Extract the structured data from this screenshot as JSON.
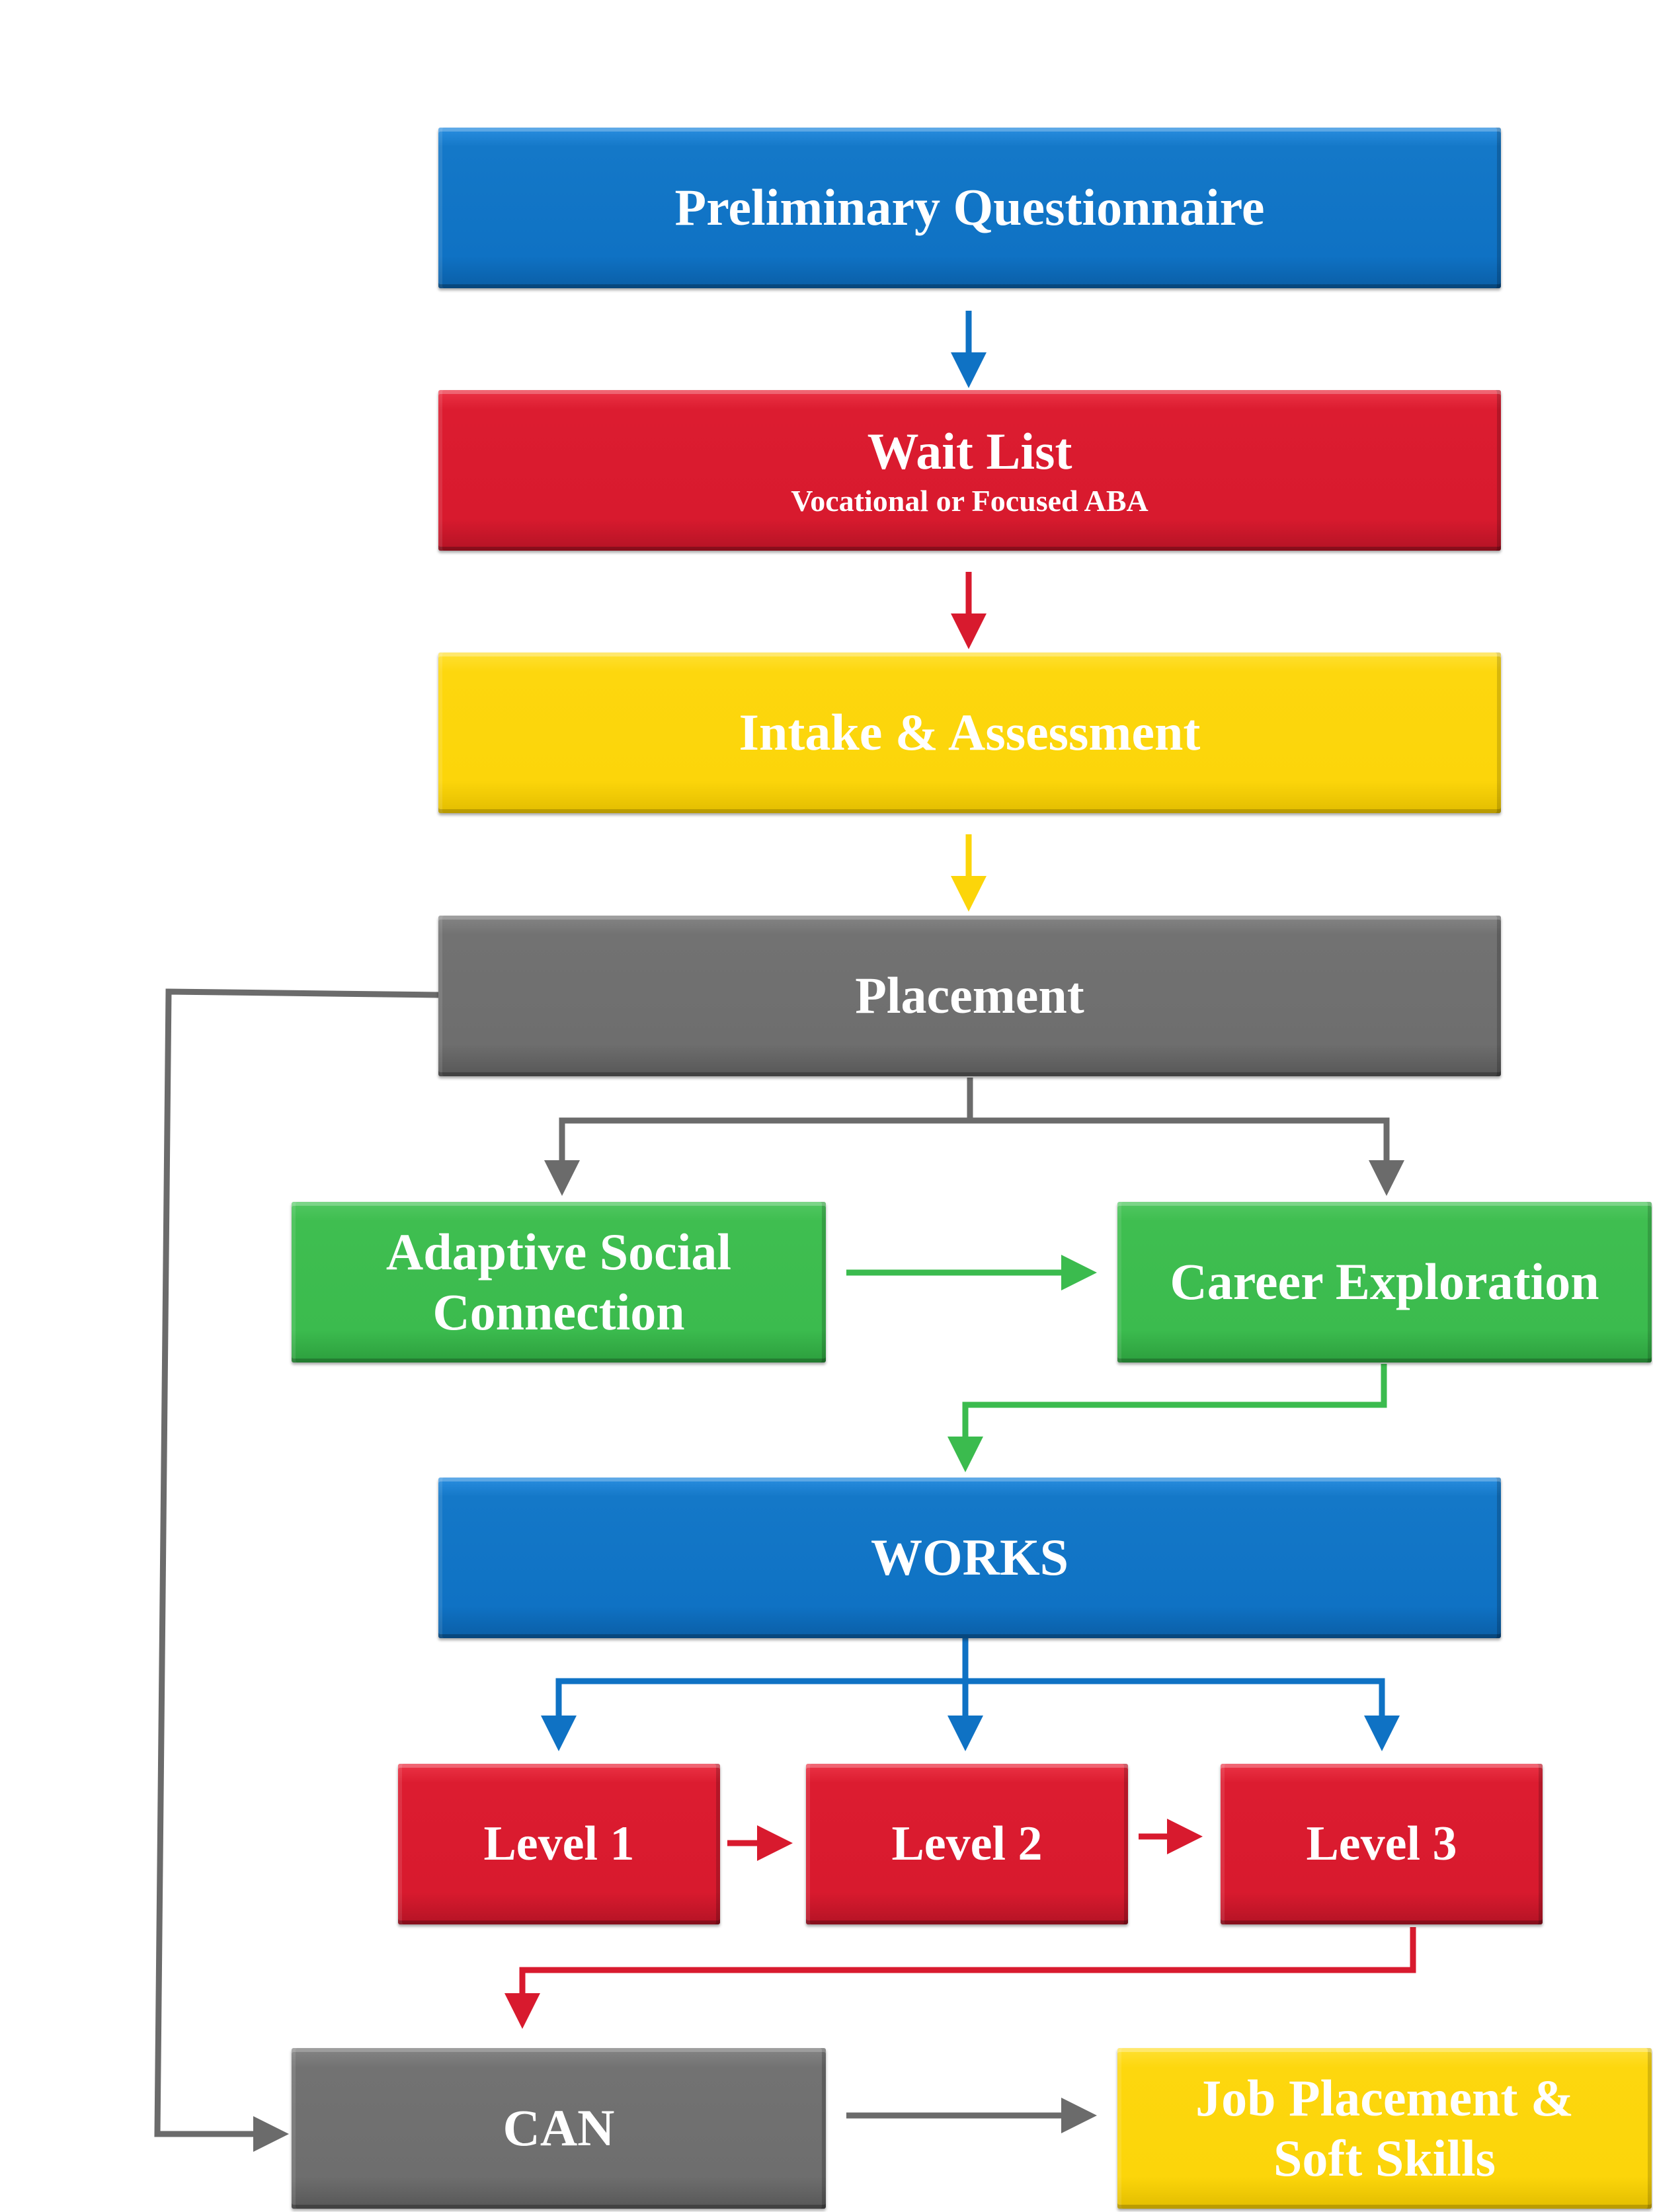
{
  "colors": {
    "blue": "#0f72c4",
    "red": "#d81a2e",
    "yellow": "#fcd50a",
    "gray": "#6e6e6e",
    "green": "#3bbb4e",
    "gray_line": "#6b6b6b",
    "text": "#ffffff"
  },
  "nodes": {
    "preliminary": {
      "label": "Preliminary Questionnaire"
    },
    "wait_list": {
      "label": "Wait List",
      "sublabel": "Vocational or Focused ABA"
    },
    "intake": {
      "label": "Intake & Assessment"
    },
    "placement": {
      "label": "Placement"
    },
    "adaptive": {
      "label": "Adaptive Social\nConnection"
    },
    "career": {
      "label": "Career Exploration"
    },
    "works": {
      "label": "WORKS"
    },
    "level1": {
      "label": "Level 1"
    },
    "level2": {
      "label": "Level 2"
    },
    "level3": {
      "label": "Level 3"
    },
    "can": {
      "label": "CAN"
    },
    "job": {
      "label": "Job Placement &\nSoft Skills"
    }
  },
  "edges": [
    {
      "from": "preliminary",
      "to": "wait_list",
      "color": "blue"
    },
    {
      "from": "wait_list",
      "to": "intake",
      "color": "red"
    },
    {
      "from": "intake",
      "to": "placement",
      "color": "yellow"
    },
    {
      "from": "placement",
      "to": "adaptive",
      "color": "gray"
    },
    {
      "from": "placement",
      "to": "career",
      "color": "gray"
    },
    {
      "from": "placement",
      "to": "can",
      "color": "gray"
    },
    {
      "from": "adaptive",
      "to": "career",
      "color": "green"
    },
    {
      "from": "career",
      "to": "works",
      "color": "green"
    },
    {
      "from": "works",
      "to": "level1",
      "color": "blue"
    },
    {
      "from": "works",
      "to": "level2",
      "color": "blue"
    },
    {
      "from": "works",
      "to": "level3",
      "color": "blue"
    },
    {
      "from": "level1",
      "to": "level2",
      "color": "red"
    },
    {
      "from": "level2",
      "to": "level3",
      "color": "red"
    },
    {
      "from": "level3",
      "to": "can",
      "color": "red"
    },
    {
      "from": "can",
      "to": "job",
      "color": "gray"
    }
  ]
}
